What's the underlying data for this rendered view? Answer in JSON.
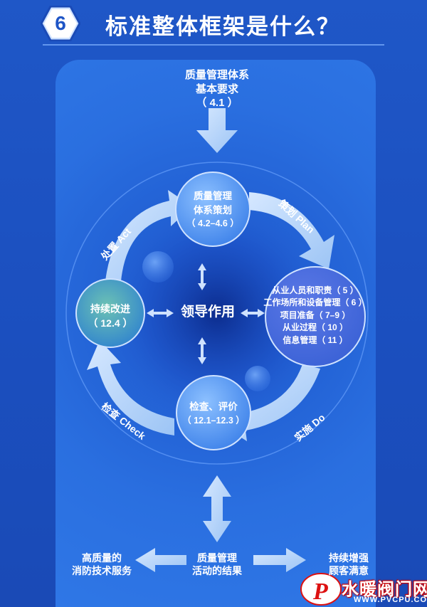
{
  "header": {
    "number": "6",
    "title": "标准整体框架是什么？"
  },
  "top_node": {
    "line1": "质量管理体系",
    "line2": "基本要求",
    "line3": "（ 4.1 ）"
  },
  "cycle": {
    "plan_node": {
      "line1": "质量管理",
      "line2": "体系策划",
      "line3": "（ 4.2–4.6 ）"
    },
    "do_node": {
      "line1": "从业人员和职责（ 5 ）",
      "line2": "工作场所和设备管理（ 6 ）",
      "line3": "项目准备（ 7–9 ）",
      "line4": "从业过程（ 10 ）",
      "line5": "信息管理（ 11 ）"
    },
    "check_node": {
      "line1": "检查、评价",
      "line2": "（ 12.1–12.3 ）"
    },
    "act_node": {
      "line1": "持续改进",
      "line2": "（ 12.4 ）"
    },
    "center": "领导作用",
    "arrow_labels": {
      "plan": "策划 Plan",
      "do": "实施 Do",
      "check": "检查 Check",
      "act": "处置 Act"
    }
  },
  "bottom": {
    "result": {
      "line1": "质量管理",
      "line2": "活动的结果"
    },
    "left": {
      "line1": "高质量的",
      "line2": "消防技术服务"
    },
    "right": {
      "line1": "持续增强",
      "line2": "顾客满意"
    }
  },
  "watermark": {
    "logo_letter": "P",
    "text": "水暖阀门网",
    "url": "WWW.PVCPU.COM"
  },
  "colors": {
    "background": "#1f57c7",
    "panel": "#2f77e6",
    "arrow": "#b7d6ff",
    "node": "#5a9cf0",
    "title": "#ffffff"
  }
}
